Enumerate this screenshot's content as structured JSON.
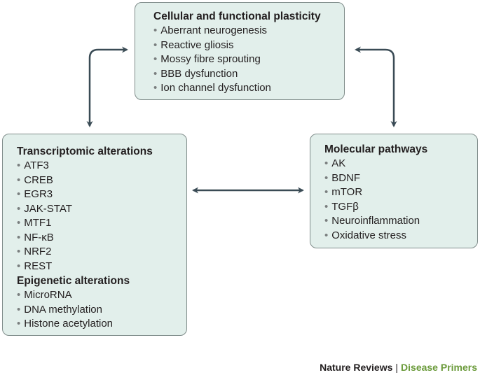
{
  "top_box": {
    "heading": "Cellular and functional plasticity",
    "items": [
      "Aberrant neurogenesis",
      "Reactive gliosis",
      "Mossy fibre sprouting",
      "BBB dysfunction",
      "Ion channel dysfunction"
    ]
  },
  "left_box": {
    "heading1": "Transcriptomic alterations",
    "items1": [
      "ATF3",
      "CREB",
      "EGR3",
      "JAK-STAT",
      "MTF1",
      "NF-κB",
      "NRF2",
      "REST"
    ],
    "heading2": "Epigenetic alterations",
    "items2": [
      "MicroRNA",
      "DNA methylation",
      "Histone acetylation"
    ]
  },
  "right_box": {
    "heading": "Molecular pathways",
    "items": [
      "AK",
      "BDNF",
      "mTOR",
      "TGFβ",
      "Neuroinflammation",
      "Oxidative stress"
    ]
  },
  "credit": {
    "journal": "Nature Reviews",
    "separator": "|",
    "series": "Disease Primers"
  },
  "colors": {
    "box_fill": "#e2efeb",
    "box_border": "#7f8c8a",
    "arrow": "#3a4b55",
    "series_green": "#6a9a3a"
  }
}
